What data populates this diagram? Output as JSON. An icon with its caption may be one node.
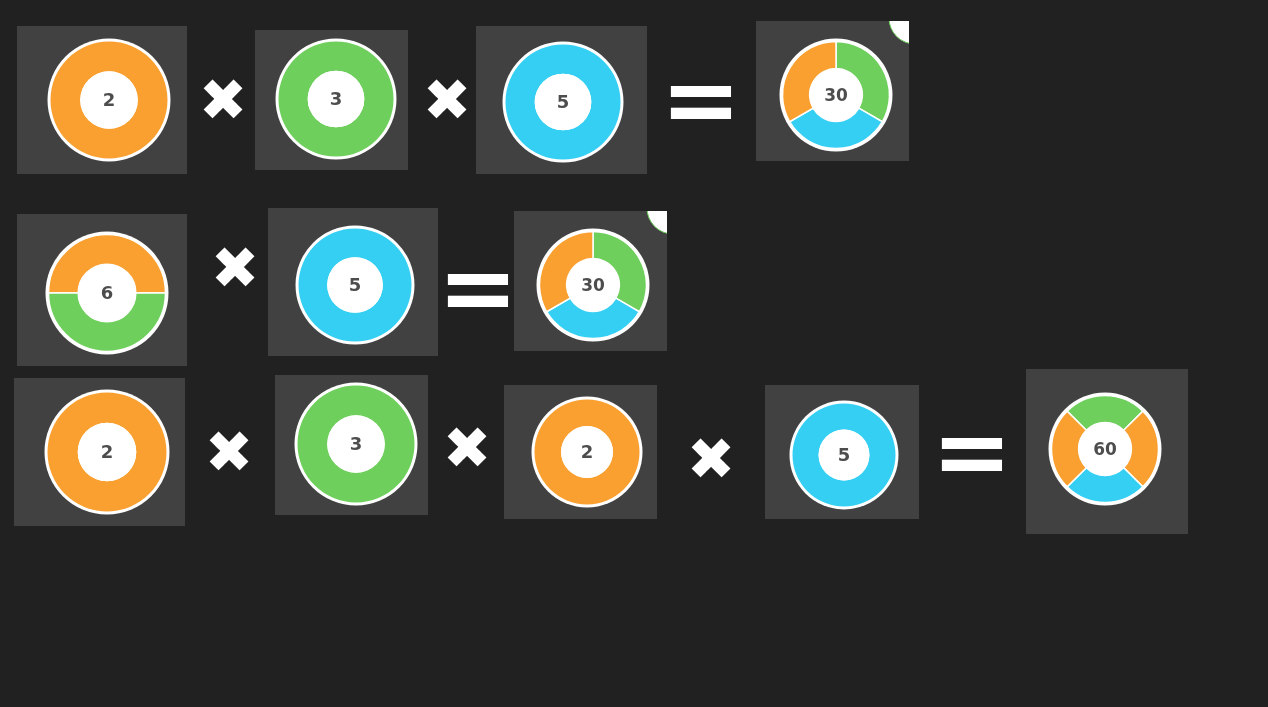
{
  "diagram": {
    "nodes": [
      {
        "text": [
          "2"
        ]
      },
      {
        "text": [
          "3"
        ]
      },
      {
        "text": [
          "5"
        ]
      },
      {
        "text": [
          "30"
        ]
      },
      {
        "text": [
          "6"
        ]
      },
      {
        "text": [
          "5"
        ]
      },
      {
        "text": [
          "30"
        ]
      },
      {
        "text": [
          "2"
        ]
      },
      {
        "text": [
          "3"
        ]
      },
      {
        "text": [
          "2"
        ]
      },
      {
        "text": [
          "5"
        ]
      },
      {
        "text": [
          "60"
        ]
      }
    ],
    "labels": [
      "✖",
      "✖",
      "=",
      "✖",
      "=",
      "✖",
      "✖",
      "✖",
      "="
    ]
  }
}
